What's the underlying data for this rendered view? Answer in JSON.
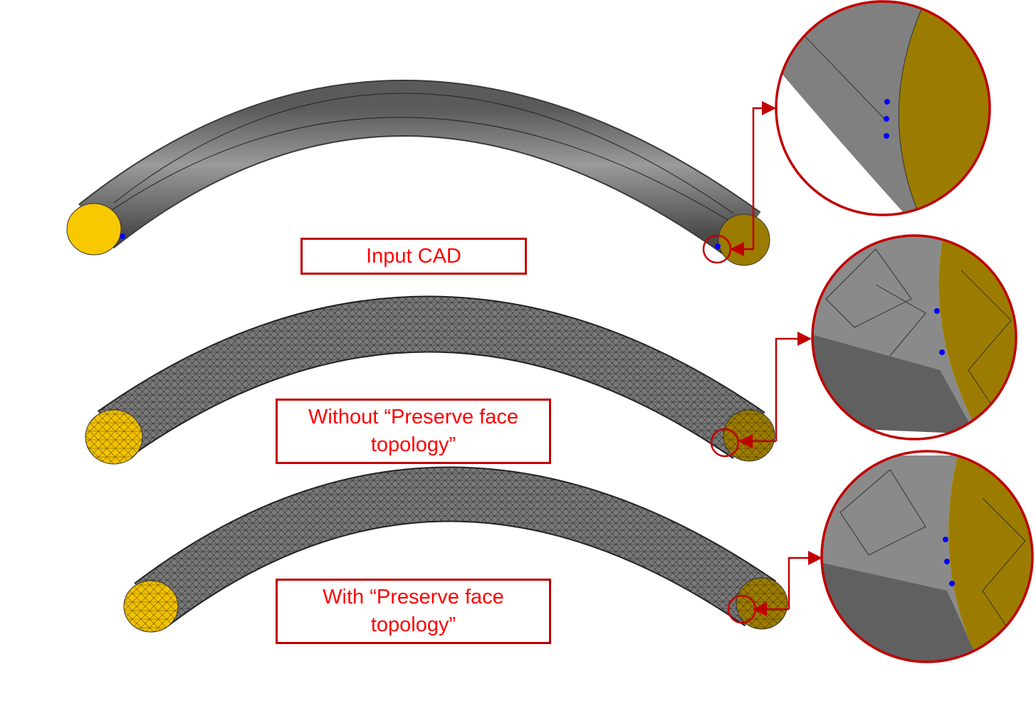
{
  "labels": {
    "input_cad": "Input CAD",
    "without_line1": "Without “Preserve face",
    "without_line2": "topology”",
    "with_line1": "With “Preserve face",
    "with_line2": "topology”"
  },
  "colors": {
    "annotation_red": "#c00000",
    "label_text": "#ff0000",
    "end_face_yellow": "#f8c800",
    "end_face_dark": "#9c7c00",
    "tube_gray": "#6e6e6e",
    "vertex_blue": "#0000ff"
  }
}
